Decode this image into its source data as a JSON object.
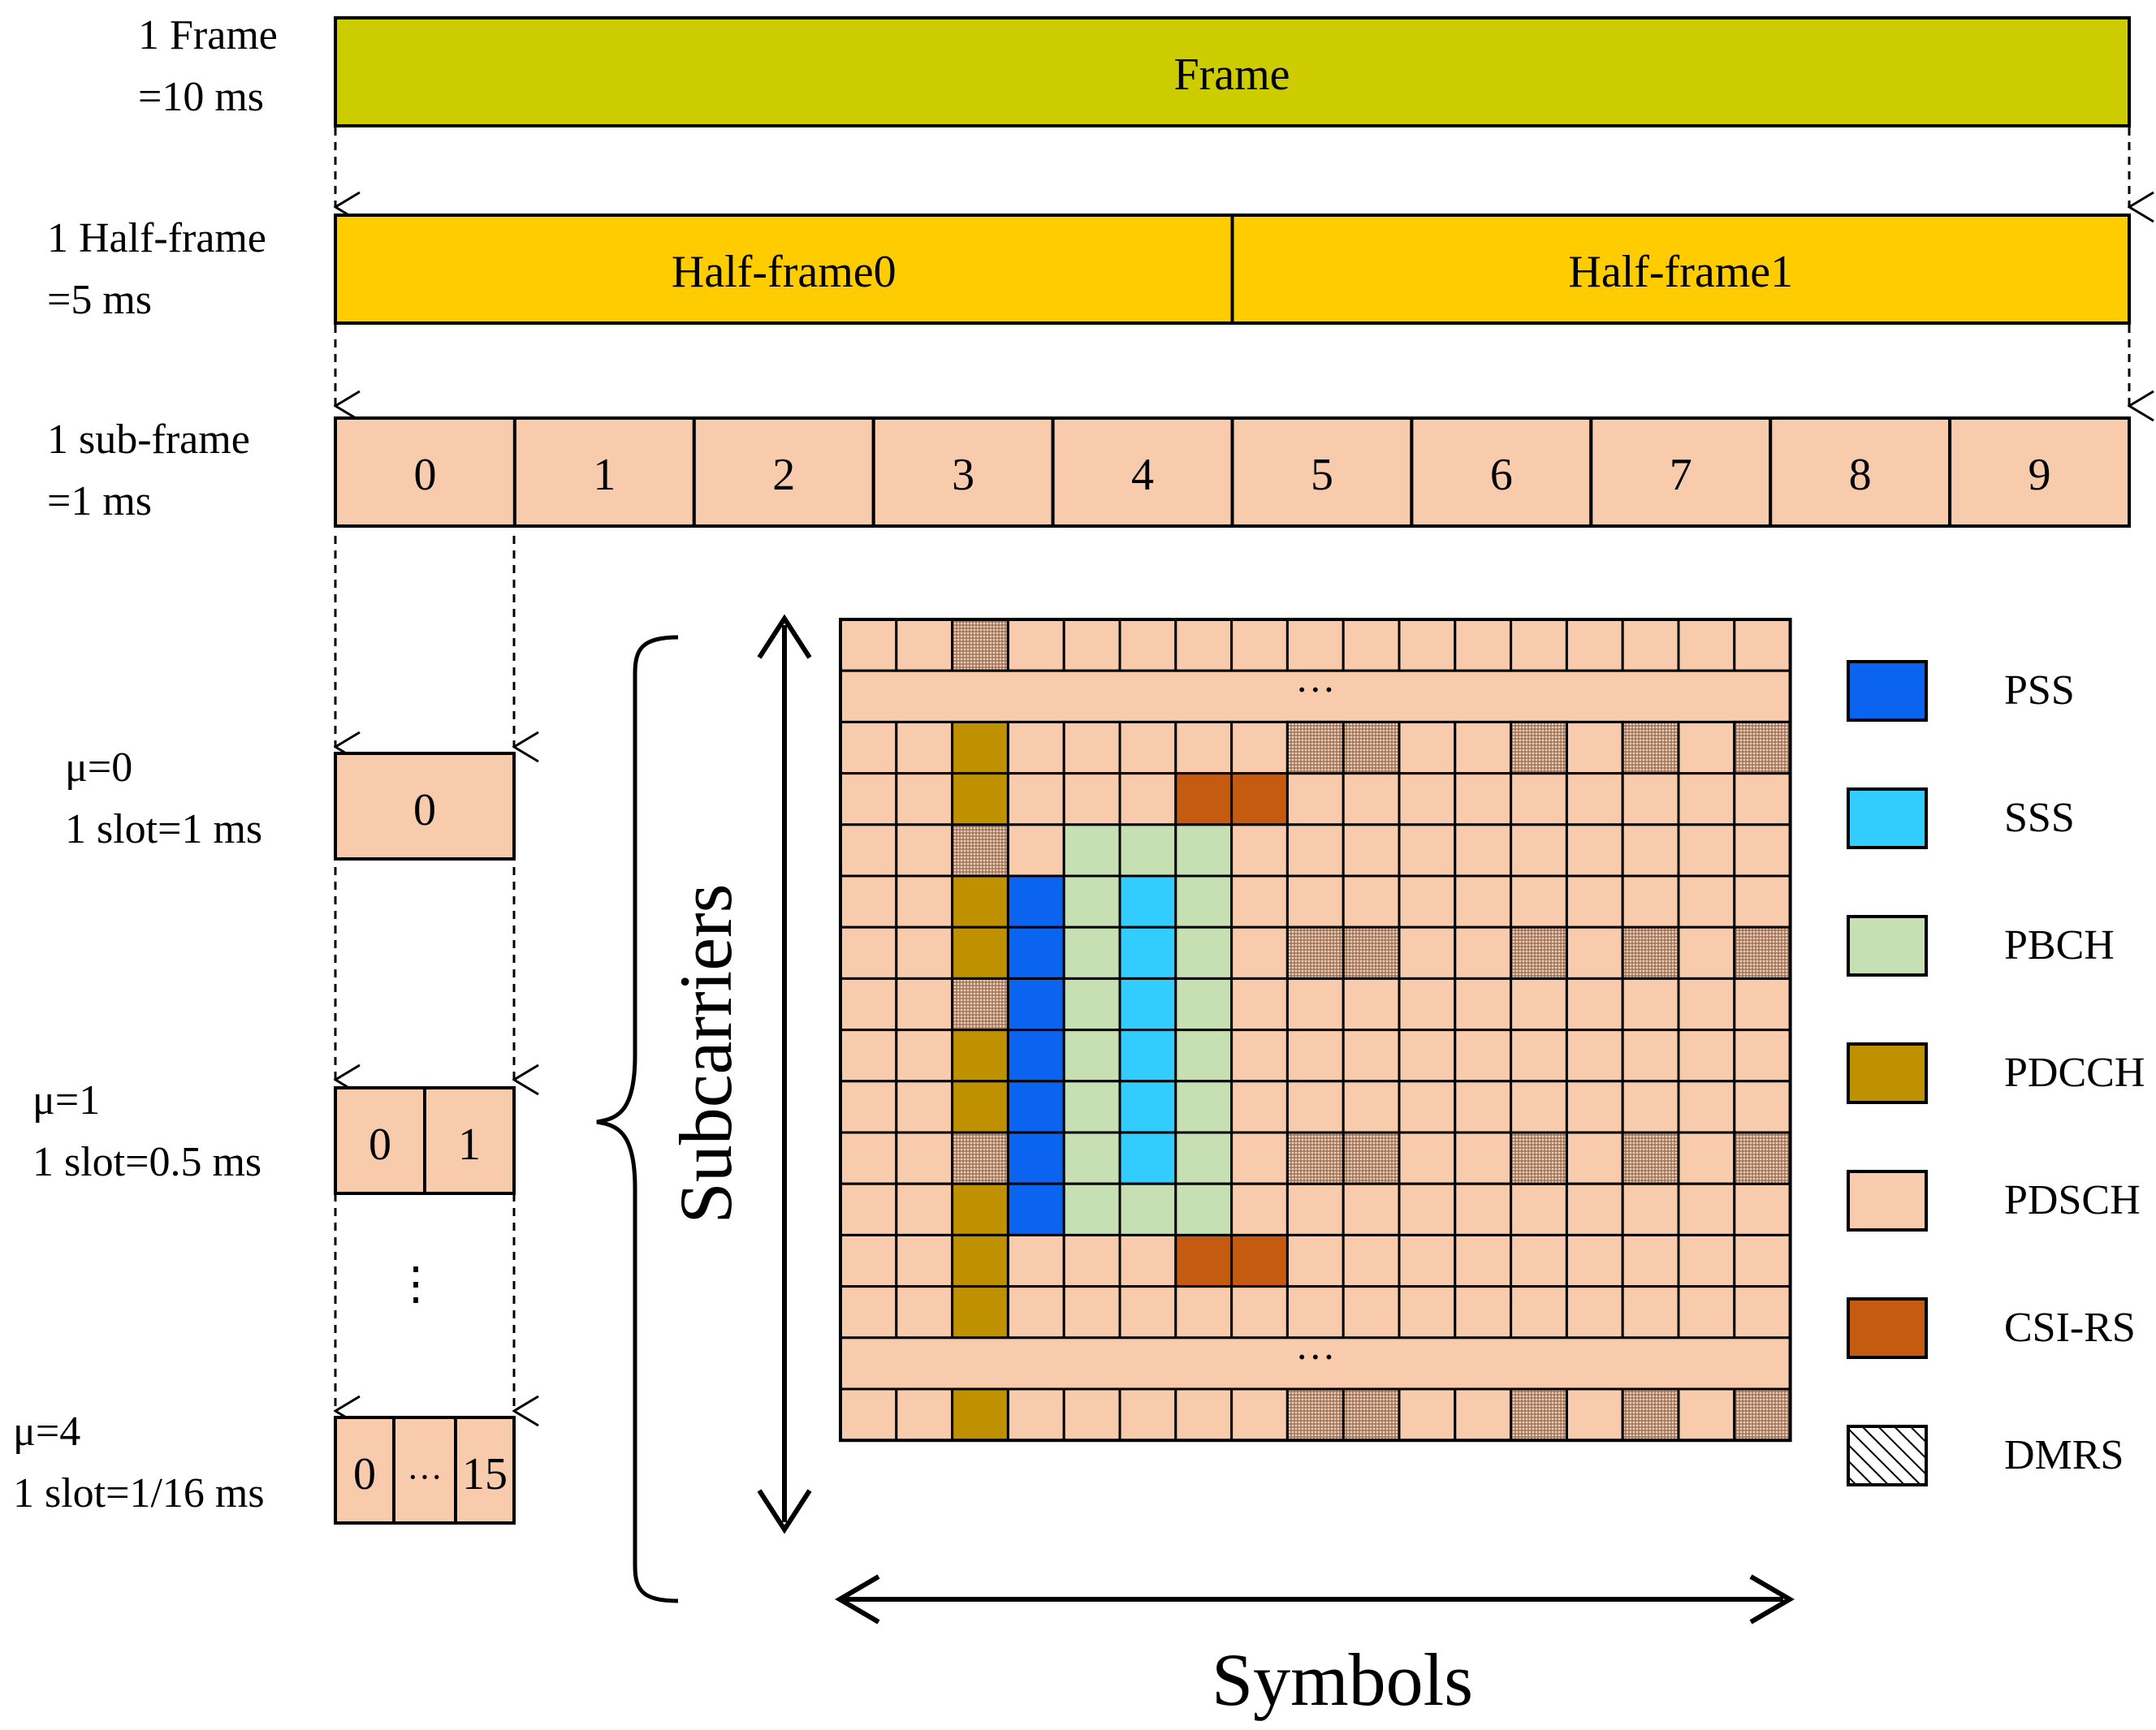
{
  "rows": {
    "frame": {
      "label_line1": "1 Frame",
      "label_line2": "=10 ms",
      "bar_text": "Frame"
    },
    "half_frame": {
      "label_line1": "1 Half-frame",
      "label_line2": "=5 ms",
      "cells": [
        "Half-frame0",
        "Half-frame1"
      ]
    },
    "sub_frame": {
      "label_line1": "1 sub-frame",
      "label_line2": "=1 ms",
      "cells": [
        "0",
        "1",
        "2",
        "3",
        "4",
        "5",
        "6",
        "7",
        "8",
        "9"
      ]
    }
  },
  "numerology": [
    {
      "label_line1": "μ=0",
      "label_line2": "1 slot=1 ms",
      "cells": [
        "0"
      ]
    },
    {
      "label_line1": "μ=1",
      "label_line2": "1 slot=0.5 ms",
      "cells": [
        "0",
        "1"
      ]
    },
    {
      "label_line1": "μ=4",
      "label_line2": "1 slot=1/16 ms",
      "cells": [
        "0",
        "···",
        "15"
      ]
    }
  ],
  "vertical_ellipsis": "⋮",
  "grid": {
    "axis_y_label": "Subcarriers",
    "axis_x_label": "Symbols",
    "ellipsis": "···",
    "columns": 17,
    "rows": [
      "AAHAAAAAAAAAAAAAA",
      "...",
      "AADAAAAAAHAAAAHAAH",
      "AADAAACCAAAAAAAAA",
      "AAHAGGGAAAAAAAAAA",
      "AADBGSGAAAAAAAAAA",
      "AADBGSGAAHAAAAHAAH",
      "AAHBGSGAAAAAAAAAA",
      "AADBGSGAAAAAAAAAA",
      "AADBGSGAAAAAAAAAA",
      "AAHBGSGAAHAAAAHAAH",
      "AADBGGGAAAAAAAAAA",
      "AADAAACCAAAAAAAAA",
      "AADAAAAAAAAAAAAAA",
      "...",
      "AADAAAAAAHAAAAHAAH"
    ]
  },
  "legend": [
    {
      "key": "pss",
      "label": "PSS",
      "color": "#0A64F0"
    },
    {
      "key": "sss",
      "label": "SSS",
      "color": "#33CCFF"
    },
    {
      "key": "pbch",
      "label": "PBCH",
      "color": "#C6E0B4"
    },
    {
      "key": "pdcch",
      "label": "PDCCH",
      "color": "#BF9000"
    },
    {
      "key": "pdsch",
      "label": "PDSCH",
      "color": "#F8CBAD"
    },
    {
      "key": "csirs",
      "label": "CSI-RS",
      "color": "#C55A11"
    },
    {
      "key": "dmrs",
      "label": "DMRS",
      "color": "hatched"
    }
  ],
  "colors": {
    "frame": "#CCCC00",
    "half_frame": "#FFCC00",
    "sub_frame": "#F8CBAD"
  }
}
